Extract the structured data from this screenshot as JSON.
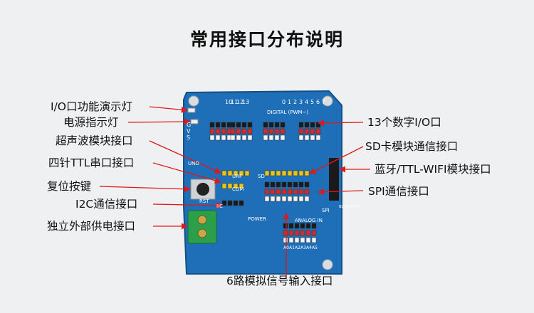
{
  "title": "常用接口分布说明",
  "labels": {
    "io_led": "I/O口功能演示灯",
    "power_led": "电源指示灯",
    "ultrasonic": "超声波模块接口",
    "ttl_serial": "四针TTL串口接口",
    "reset_button": "复位按键",
    "i2c": "I2C通信接口",
    "ext_power": "独立外部供电接口",
    "digital_io": "13个数字I/O口",
    "sd_card": "SD卡模块通信接口",
    "bluetooth": "蓝牙/TTL-WIFI模块接口",
    "spi": "SPI通信接口",
    "analog_in": "6路模拟信号输入接口"
  },
  "silkscreen": {
    "digital_pwm": "DIGITAL (PWM~)",
    "top_numbers": [
      "7",
      "6",
      "5",
      "4",
      "3",
      "2",
      "1",
      "0",
      "13",
      "12",
      "11",
      "10"
    ],
    "rows": [
      "G",
      "V",
      "S"
    ],
    "uno": "UNO",
    "urf": "URF",
    "com": "COM",
    "iic": "IIC",
    "sd": "SD",
    "spi": "SPI",
    "bluetooth": "BLUETOOTH",
    "rst": "RST",
    "power": "POWER",
    "analog_in": "ANALOG IN",
    "analog_pins": [
      "A0",
      "A1",
      "A2",
      "A3",
      "A4",
      "A5"
    ]
  },
  "colors": {
    "board": "#1f6fb8",
    "pin_red": "#d42a2a",
    "pin_yellow": "#e8c414",
    "pin_white": "#f4f4f4",
    "pin_black": "#1a1a1a",
    "terminal": "#2aa04a",
    "leader": "#e01818"
  }
}
